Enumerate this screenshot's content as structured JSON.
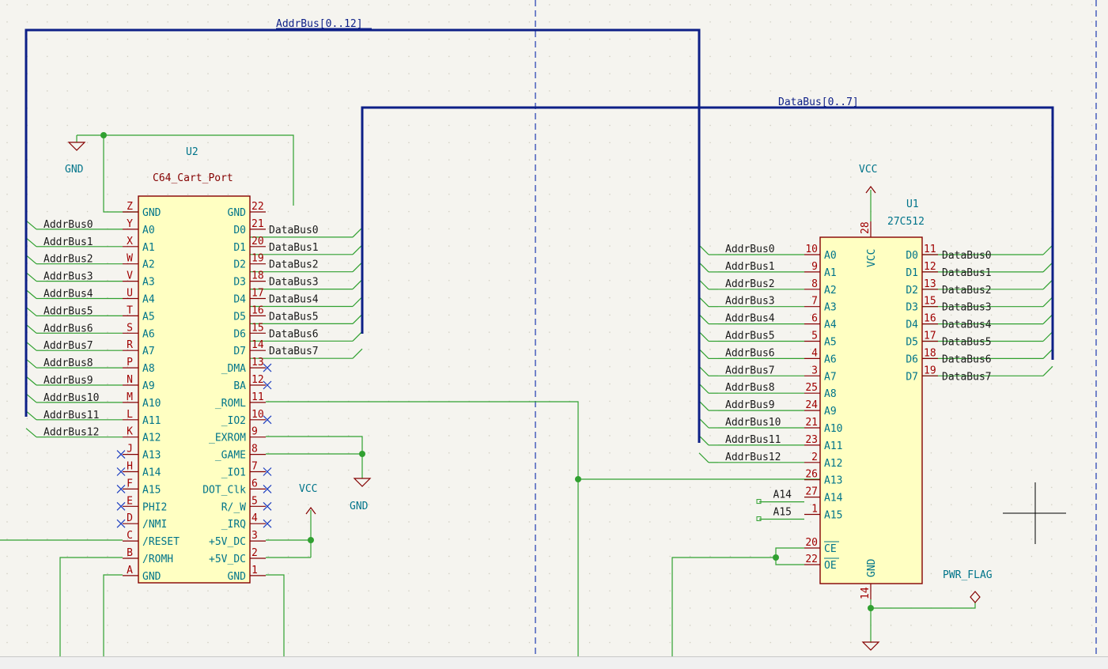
{
  "colors": {
    "background": "#f5f4ef",
    "wire": "#30a030",
    "bus": "#0d1f87",
    "ref_text": "#00748a",
    "pin_num": "#a00000",
    "body_fill": "#ffffc2",
    "body_stroke": "#840000",
    "sheet_border": "#1c38b0"
  },
  "buses": {
    "addr": "AddrBus[0..12]",
    "data": "DataBus[0..7]"
  },
  "u2": {
    "ref": "U2",
    "value": "C64_Cart_Port",
    "left_pins": [
      {
        "num": "Z",
        "name": "GND",
        "net": ""
      },
      {
        "num": "Y",
        "name": "A0",
        "net": "AddrBus0"
      },
      {
        "num": "X",
        "name": "A1",
        "net": "AddrBus1"
      },
      {
        "num": "W",
        "name": "A2",
        "net": "AddrBus2"
      },
      {
        "num": "V",
        "name": "A3",
        "net": "AddrBus3"
      },
      {
        "num": "U",
        "name": "A4",
        "net": "AddrBus4"
      },
      {
        "num": "T",
        "name": "A5",
        "net": "AddrBus5"
      },
      {
        "num": "S",
        "name": "A6",
        "net": "AddrBus6"
      },
      {
        "num": "R",
        "name": "A7",
        "net": "AddrBus7"
      },
      {
        "num": "P",
        "name": "A8",
        "net": "AddrBus8"
      },
      {
        "num": "N",
        "name": "A9",
        "net": "AddrBus9"
      },
      {
        "num": "M",
        "name": "A10",
        "net": "AddrBus10"
      },
      {
        "num": "L",
        "name": "A11",
        "net": "AddrBus11"
      },
      {
        "num": "K",
        "name": "A12",
        "net": "AddrBus12"
      },
      {
        "num": "J",
        "name": "A13",
        "net": ""
      },
      {
        "num": "H",
        "name": "A14",
        "net": ""
      },
      {
        "num": "F",
        "name": "A15",
        "net": ""
      },
      {
        "num": "E",
        "name": "PHI2",
        "net": ""
      },
      {
        "num": "D",
        "name": "/NMI",
        "net": ""
      },
      {
        "num": "C",
        "name": "/RESET",
        "net": ""
      },
      {
        "num": "B",
        "name": "/ROMH",
        "net": ""
      },
      {
        "num": "A",
        "name": "GND",
        "net": ""
      }
    ],
    "right_pins": [
      {
        "num": "22",
        "name": "GND",
        "net": ""
      },
      {
        "num": "21",
        "name": "D0",
        "net": "DataBus0"
      },
      {
        "num": "20",
        "name": "D1",
        "net": "DataBus1"
      },
      {
        "num": "19",
        "name": "D2",
        "net": "DataBus2"
      },
      {
        "num": "18",
        "name": "D3",
        "net": "DataBus3"
      },
      {
        "num": "17",
        "name": "D4",
        "net": "DataBus4"
      },
      {
        "num": "16",
        "name": "D5",
        "net": "DataBus5"
      },
      {
        "num": "15",
        "name": "D6",
        "net": "DataBus6"
      },
      {
        "num": "14",
        "name": "D7",
        "net": "DataBus7"
      },
      {
        "num": "13",
        "name": "_DMA",
        "net": ""
      },
      {
        "num": "12",
        "name": "BA",
        "net": ""
      },
      {
        "num": "11",
        "name": "_ROML",
        "net": ""
      },
      {
        "num": "10",
        "name": "_IO2",
        "net": ""
      },
      {
        "num": "9",
        "name": "_EXROM",
        "net": ""
      },
      {
        "num": "8",
        "name": "_GAME",
        "net": ""
      },
      {
        "num": "7",
        "name": "_IO1",
        "net": ""
      },
      {
        "num": "6",
        "name": "DOT_Clk",
        "net": ""
      },
      {
        "num": "5",
        "name": "R/_W",
        "net": ""
      },
      {
        "num": "4",
        "name": "_IRQ",
        "net": ""
      },
      {
        "num": "3",
        "name": "+5V_DC",
        "net": ""
      },
      {
        "num": "2",
        "name": "+5V_DC",
        "net": ""
      },
      {
        "num": "1",
        "name": "GND",
        "net": ""
      }
    ]
  },
  "u1": {
    "ref": "U1",
    "value": "27C512",
    "vcc_pin": {
      "num": "28",
      "name": "VCC"
    },
    "gnd_pin": {
      "num": "14",
      "name": "GND"
    },
    "left_pins": [
      {
        "num": "10",
        "name": "A0",
        "net": "AddrBus0"
      },
      {
        "num": "9",
        "name": "A1",
        "net": "AddrBus1"
      },
      {
        "num": "8",
        "name": "A2",
        "net": "AddrBus2"
      },
      {
        "num": "7",
        "name": "A3",
        "net": "AddrBus3"
      },
      {
        "num": "6",
        "name": "A4",
        "net": "AddrBus4"
      },
      {
        "num": "5",
        "name": "A5",
        "net": "AddrBus5"
      },
      {
        "num": "4",
        "name": "A6",
        "net": "AddrBus6"
      },
      {
        "num": "3",
        "name": "A7",
        "net": "AddrBus7"
      },
      {
        "num": "25",
        "name": "A8",
        "net": "AddrBus8"
      },
      {
        "num": "24",
        "name": "A9",
        "net": "AddrBus9"
      },
      {
        "num": "21",
        "name": "A10",
        "net": "AddrBus10"
      },
      {
        "num": "23",
        "name": "A11",
        "net": "AddrBus11"
      },
      {
        "num": "2",
        "name": "A12",
        "net": "AddrBus12"
      },
      {
        "num": "26",
        "name": "A13",
        "net": ""
      },
      {
        "num": "27",
        "name": "A14",
        "net": "A14"
      },
      {
        "num": "1",
        "name": "A15",
        "net": "A15"
      }
    ],
    "right_pins": [
      {
        "num": "11",
        "name": "D0",
        "net": "DataBus0"
      },
      {
        "num": "12",
        "name": "D1",
        "net": "DataBus1"
      },
      {
        "num": "13",
        "name": "D2",
        "net": "DataBus2"
      },
      {
        "num": "15",
        "name": "D3",
        "net": "DataBus3"
      },
      {
        "num": "16",
        "name": "D4",
        "net": "DataBus4"
      },
      {
        "num": "17",
        "name": "D5",
        "net": "DataBus5"
      },
      {
        "num": "18",
        "name": "D6",
        "net": "DataBus6"
      },
      {
        "num": "19",
        "name": "D7",
        "net": "DataBus7"
      }
    ],
    "ce_pin": {
      "num": "20",
      "name": "CE"
    },
    "oe_pin": {
      "num": "22",
      "name": "OE"
    }
  },
  "power": {
    "gnd_top": "GND",
    "gnd_mid": "GND",
    "vcc_left": "VCC",
    "vcc_right": "VCC",
    "pwr_flag": "PWR_FLAG"
  }
}
